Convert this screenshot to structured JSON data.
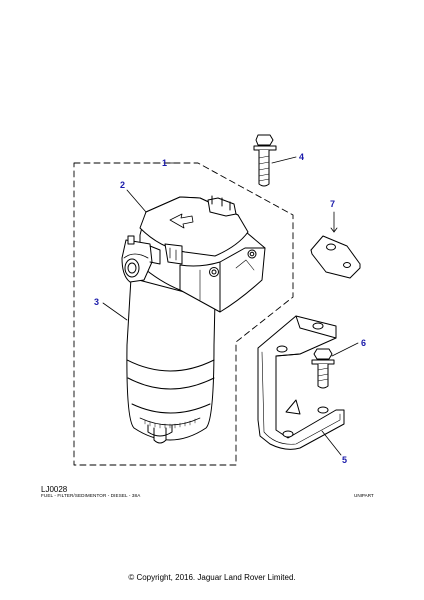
{
  "diagram": {
    "reference": "LJ0028",
    "description": "FUEL - FILTER/SEDIMENTOR - DIESEL - 38A",
    "brand_tag": "UNIPART",
    "copyright": "© Copyright, 2016. Jaguar Land Rover Limited.",
    "callouts": [
      "1",
      "2",
      "3",
      "4",
      "5",
      "6",
      "7"
    ],
    "callout_color": "#1a1aaa",
    "line_color": "#000000"
  }
}
